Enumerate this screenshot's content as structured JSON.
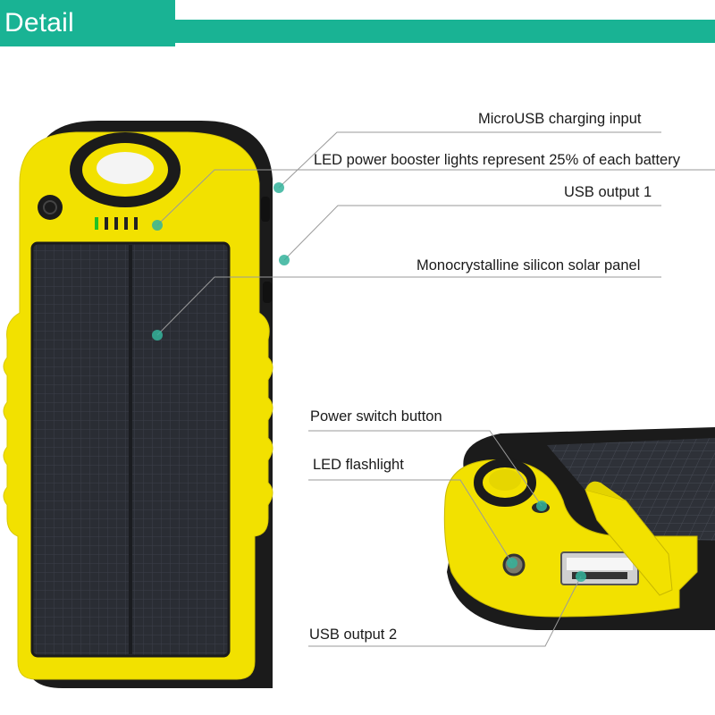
{
  "header": {
    "title": "Detail labeling"
  },
  "labels": {
    "micro_usb": "MicroUSB charging input",
    "led_booster": "LED power booster lights represent 25% of each battery",
    "usb_output_1": "USB output 1",
    "solar_panel": "Monocrystalline silicon solar panel",
    "power_switch": "Power switch button",
    "led_flashlight": "LED flashlight",
    "usb_output_2": "USB output 2"
  },
  "colors": {
    "accent": "#19b394",
    "device_yellow": "#f2e100",
    "device_black": "#1b1b1b",
    "solar_panel": "#2c2f36",
    "leader_line": "#9a9a9a",
    "dot": "#34b39b"
  },
  "icons": [
    "power-button-icon",
    "usb-port-icon",
    "flashlight-icon"
  ]
}
